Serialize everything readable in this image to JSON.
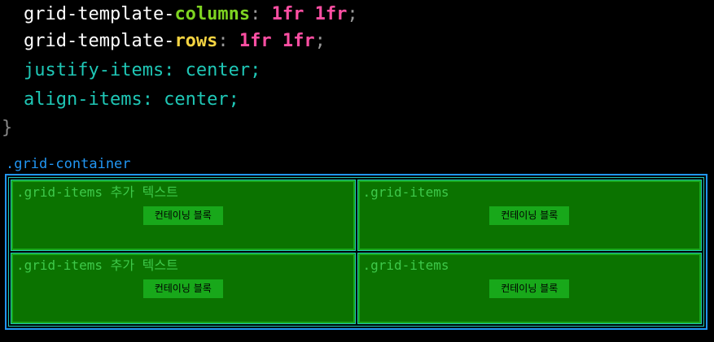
{
  "code": {
    "line1": {
      "prop_start": "grid-template-",
      "prop_key": "columns",
      "colon": ":",
      "v1": "1fr",
      "v2": "1fr",
      "semi": ";"
    },
    "line2": {
      "prop_start": "grid-template-",
      "prop_key": "rows",
      "colon": ":",
      "v1": "1fr",
      "v2": "1fr",
      "semi": ";"
    },
    "line3": "justify-items: center;",
    "line4": "align-items: center;",
    "line5": "}"
  },
  "grid": {
    "container_label": ".grid-container",
    "items": [
      {
        "label": ".grid-items 추가 텍스트",
        "block": "컨테이닝 블록"
      },
      {
        "label": ".grid-items",
        "block": "컨테이닝 블록"
      },
      {
        "label": ".grid-items 추가 텍스트",
        "block": "컨테이닝 블록"
      },
      {
        "label": ".grid-items",
        "block": "컨테이닝 블록"
      }
    ]
  },
  "colors": {
    "background": "#000000",
    "container_border": "#2196f3",
    "item_background": "#0b7300",
    "block_background": "#18a81a",
    "keyword_green": "#7ed321",
    "keyword_yellow": "#f5d442",
    "value_pink": "#ff4fa3",
    "teal": "#1fc7b6"
  }
}
